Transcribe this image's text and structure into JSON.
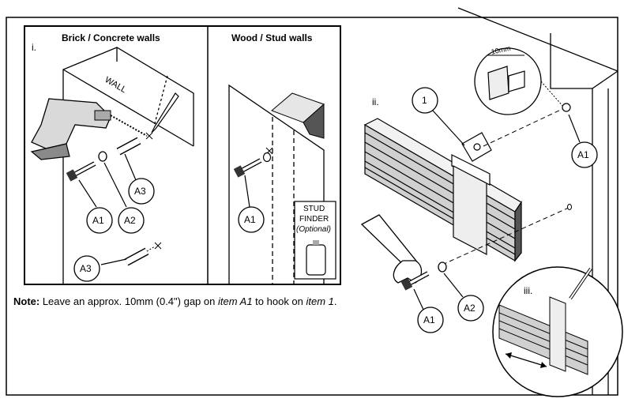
{
  "panel_i": {
    "step_label": "i.",
    "brick_heading": "Brick / Concrete walls",
    "wood_heading": "Wood / Stud walls",
    "wall_label": "WALL",
    "stud_finder": {
      "line1": "STUD",
      "line2": "FINDER",
      "line3": "(Optional)"
    }
  },
  "callouts": {
    "a1": "A1",
    "a2": "A2",
    "a3": "A3",
    "item1": "1"
  },
  "panel_ii": {
    "step_label": "ii.",
    "gap_label": "10mm"
  },
  "panel_iii": {
    "step_label": "iii."
  },
  "note": {
    "label": "Note:",
    "text1": " Leave an approx. 10mm (0.4\") gap on ",
    "item_a1": "item A1",
    "text2": " to hook on ",
    "item_1": "item 1",
    "text3": "."
  }
}
